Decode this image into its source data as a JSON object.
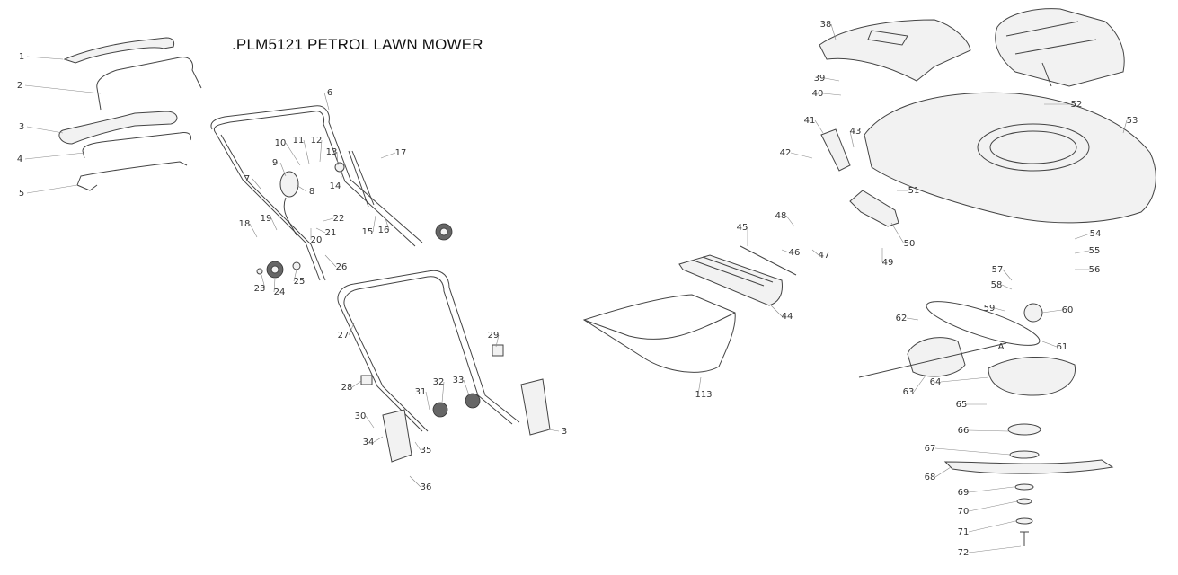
{
  "title": ".PLM5121 PETROL LAWN MOWER",
  "callouts": [
    "1",
    "2",
    "3",
    "4",
    "5",
    "6",
    "7",
    "8",
    "9",
    "10",
    "11",
    "12",
    "13",
    "14",
    "15",
    "16",
    "17",
    "18",
    "19",
    "20",
    "21",
    "22",
    "23",
    "24",
    "25",
    "26",
    "27",
    "28",
    "29",
    "3",
    "30",
    "31",
    "32",
    "33",
    "34",
    "35",
    "36",
    "38",
    "39",
    "40",
    "41",
    "42",
    "43",
    "44",
    "45",
    "46",
    "47",
    "48",
    "49",
    "50",
    "51",
    "52",
    "53",
    "54",
    "55",
    "56",
    "57",
    "58",
    "59",
    "60",
    "61",
    "62",
    "63",
    "64",
    "65",
    "66",
    "67",
    "68",
    "69",
    "70",
    "71",
    "72",
    "113",
    "A"
  ]
}
